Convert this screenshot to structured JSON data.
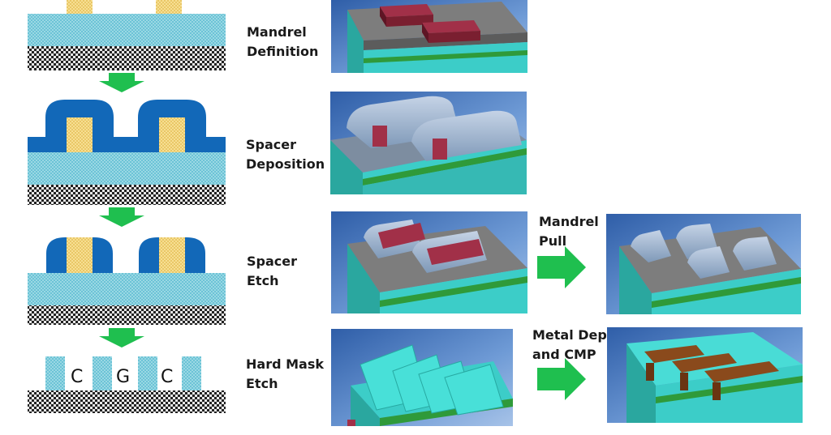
{
  "steps": [
    {
      "label": "Mandrel\nDefinition"
    },
    {
      "label": "Spacer\nDeposition"
    },
    {
      "label": "Spacer\nEtch"
    },
    {
      "label": "Hard Mask\nEtch"
    }
  ],
  "side_steps": [
    {
      "label": "Mandrel\nPull"
    },
    {
      "label": "Metal Dep\nand CMP"
    }
  ],
  "hardmask_letters": [
    "C",
    "G",
    "C"
  ],
  "colors": {
    "hard_mask": "#8fd4e0",
    "mandrel_2d": "#f5d98a",
    "spacer_2d": "#1268b8",
    "substrate": "#333333",
    "arrow": "#1fbf4f",
    "mandrel_3d": "#7a1f30",
    "spacer_3d": "#8fa8c6",
    "cap_gray": "#7b7b7b",
    "teal": "#3ccdc8",
    "green_layer": "#2f9a3a",
    "panel_bg": "#4a77bd",
    "metal": "#8a4a1c"
  }
}
